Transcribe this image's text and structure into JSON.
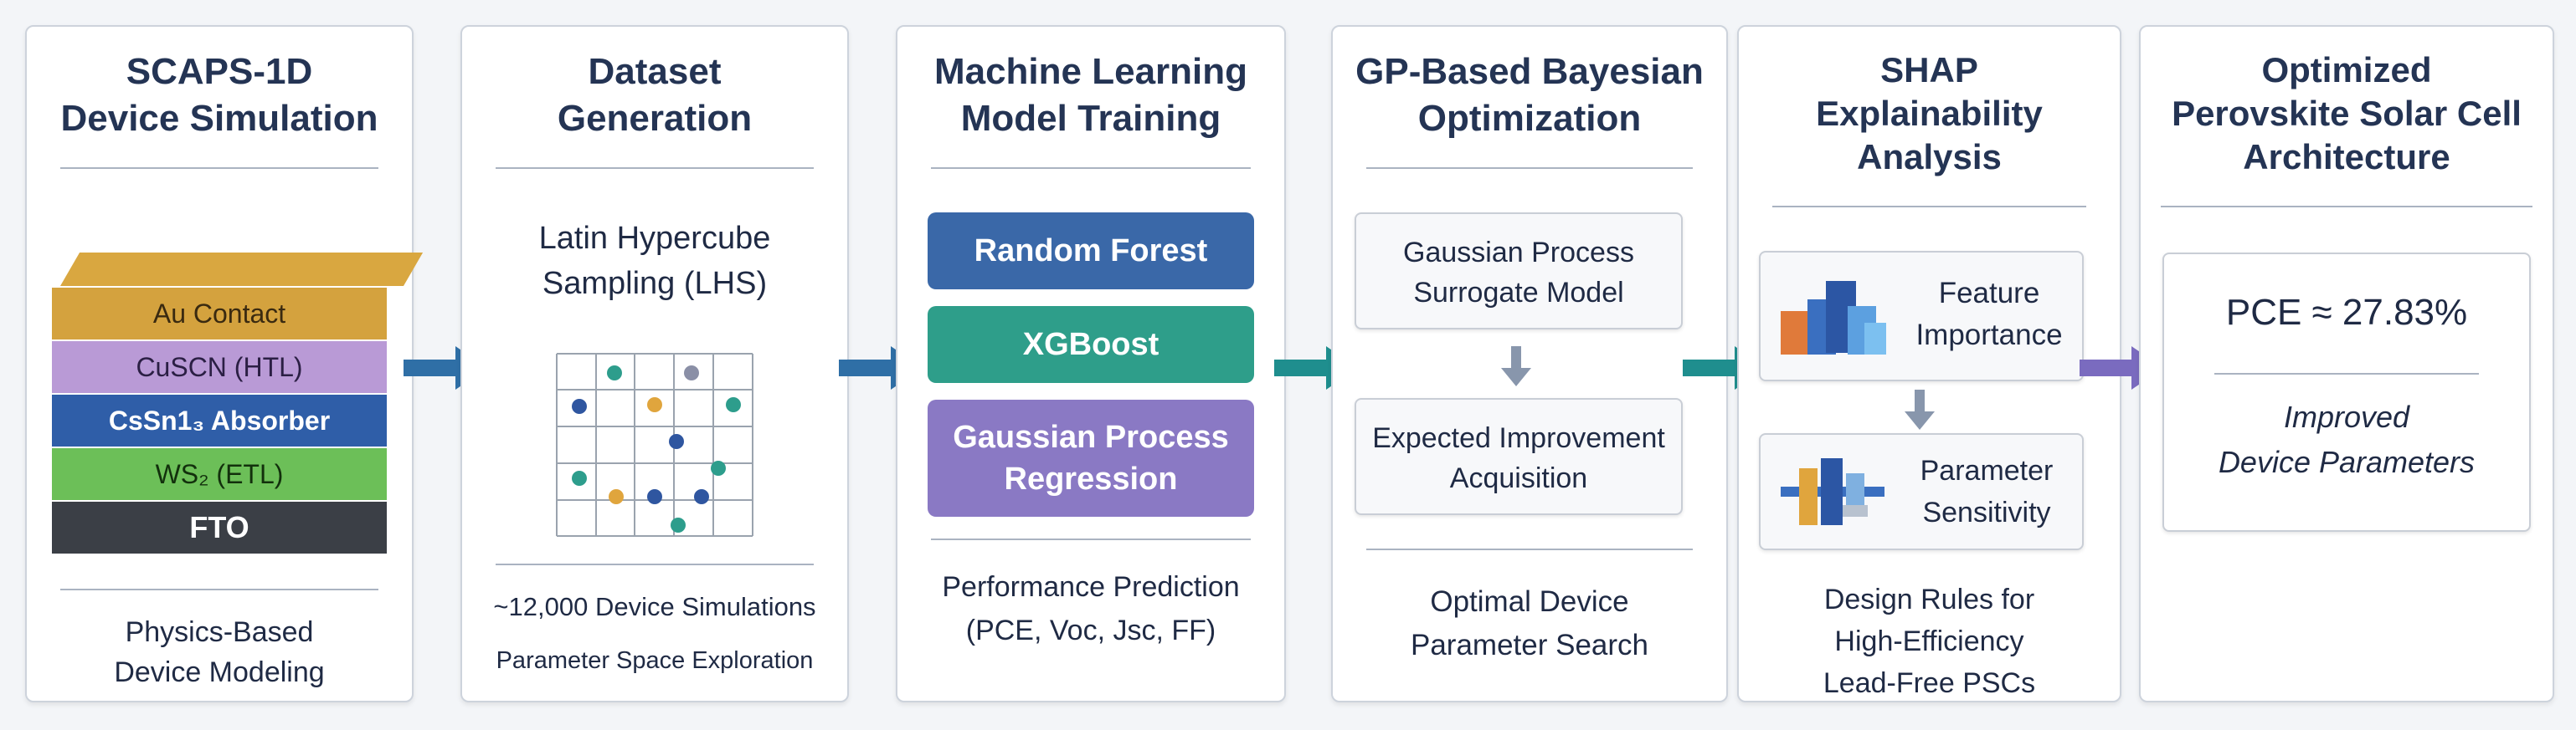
{
  "panels": [
    {
      "title": "SCAPS-1D\nDevice Simulation",
      "footer": "Physics-Based\nDevice Modeling",
      "layers": [
        "Au Contact",
        "CuSCN (HTL)",
        "CsSn1₃ Absorber",
        "WS₂ (ETL)",
        "FTO"
      ]
    },
    {
      "title": "Dataset\nGeneration",
      "subtitle": "Latin Hypercube\nSampling (LHS)",
      "stat1": "~12,000 Device Simulations",
      "stat2": "Parameter Space Exploration"
    },
    {
      "title": "Machine Learning\nModel Training",
      "models": [
        "Random Forest",
        "XGBoost",
        "Gaussian Process\nRegression"
      ],
      "footer": "Performance Prediction\n(PCE, Voc, Jsc, FF)"
    },
    {
      "title": "GP-Based Bayesian\nOptimization",
      "box1": "Gaussian Process\nSurrogate Model",
      "box2": "Expected Improvement\nAcquisition",
      "footer": "Optimal Device\nParameter Search"
    },
    {
      "title": "SHAP\nExplainability\nAnalysis",
      "card1": "Feature\nImportance",
      "card2": "Parameter\nSensitivity",
      "footer": "Design Rules for\nHigh-Efficiency\nLead-Free PSCs"
    },
    {
      "title": "Optimized\nPerovskite Solar Cell\nArchitecture",
      "pce": "PCE ≈ 27.83%",
      "result": "Improved\nDevice Parameters"
    }
  ],
  "colors": {
    "random_forest": "#3a68a8",
    "xgboost": "#2e9e8a",
    "gaussian_process": "#8a79c4",
    "arrow_blue": "#2f6fa6",
    "arrow_teal": "#1f8e8e",
    "arrow_purple": "#7a6bbf"
  }
}
